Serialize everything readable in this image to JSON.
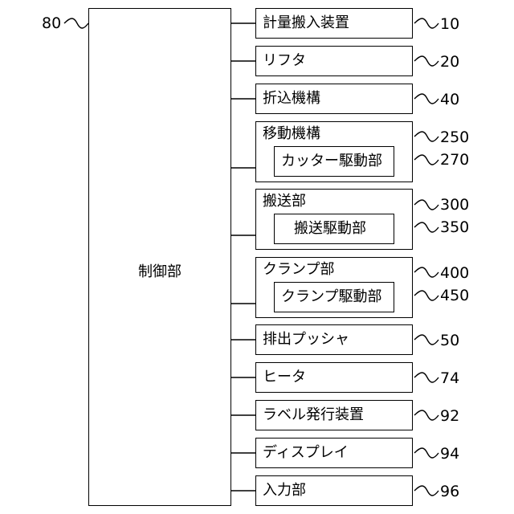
{
  "controller": {
    "label": "制御部",
    "ref": "80"
  },
  "components": [
    {
      "label": "計量搬入装置",
      "ref": "10"
    },
    {
      "label": "リフタ",
      "ref": "20"
    },
    {
      "label": "折込機構",
      "ref": "40"
    },
    {
      "label": "移動機構",
      "ref": "250",
      "sub": {
        "label": "カッター駆動部",
        "ref": "270"
      }
    },
    {
      "label": "搬送部",
      "ref": "300",
      "sub": {
        "label": "搬送駆動部",
        "ref": "350"
      }
    },
    {
      "label": "クランプ部",
      "ref": "400",
      "sub": {
        "label": "クランプ駆動部",
        "ref": "450"
      }
    },
    {
      "label": "排出プッシャ",
      "ref": "50"
    },
    {
      "label": "ヒータ",
      "ref": "74"
    },
    {
      "label": "ラベル発行装置",
      "ref": "92"
    },
    {
      "label": "ディスプレイ",
      "ref": "94"
    },
    {
      "label": "入力部",
      "ref": "96"
    }
  ]
}
